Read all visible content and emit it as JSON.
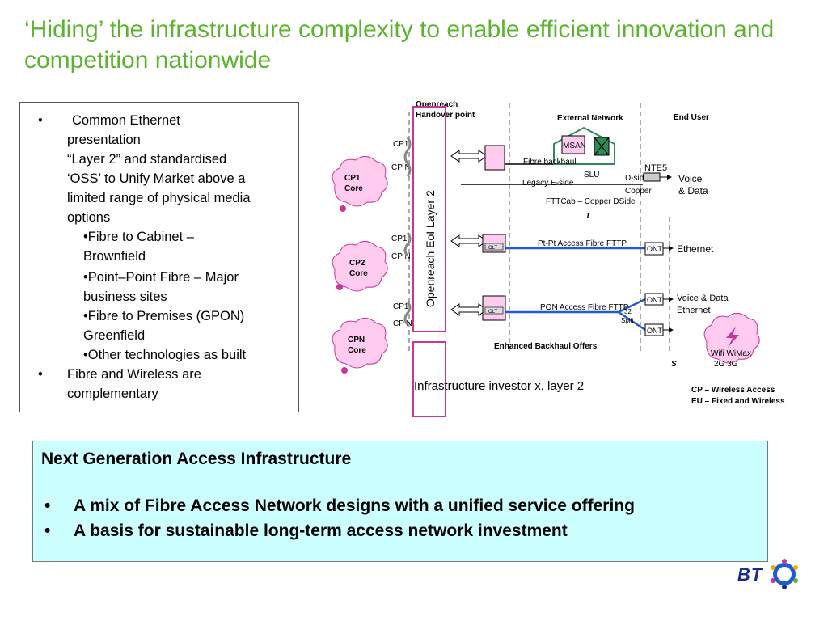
{
  "title": "‘Hiding’ the infrastructure complexity to enable efficient innovation and competition nationwide",
  "bullets": {
    "b1_l1": "Common Ethernet",
    "b1_l2": "presentation",
    "b1_l3": "“Layer 2” and standardised",
    "b1_l4": "‘OSS’ to Unify Market above a",
    "b1_l5": "limited range of physical media",
    "b1_l6": "options",
    "s1_l1": "•Fibre to Cabinet –",
    "s1_l2": "Brownfield",
    "s2_l1": "•Point–Point Fibre – Major",
    "s2_l2": "business sites",
    "s3_l1": "•Fibre to Premises (GPON)",
    "s3_l2": "Greenfield",
    "s4_l1": "•Other technologies as built",
    "b2_l1": "Fibre and Wireless are",
    "b2_l2": "complementary"
  },
  "diagram": {
    "handover_l1": "Openreach",
    "handover_l2": "Handover point",
    "external_network": "External Network",
    "end_user": "End User",
    "cp1_core_l1": "CP1",
    "cp1_core_l2": "Core",
    "cp2_core_l1": "CP2",
    "cp2_core_l2": "Core",
    "cpn_core_l1": "CPN",
    "cpn_core_l2": "Core",
    "cp1_a": "CP1",
    "cpn_a": "CP N",
    "cp1_b": "CP1",
    "cpn_b": "CP N",
    "cp1_c": "CP1",
    "cpn_c": "CP N",
    "eol_label": "Openreach EoI Layer 2",
    "msan": "MSAN",
    "fibre_backhaul": "Fibre backhaul",
    "slu": "SLU",
    "legacy_eside": "Legacy E-side",
    "dside": "D-side",
    "copper": "Copper",
    "nte5": "NTE5",
    "fttcab": "FTTCab – Copper DSide",
    "t_mark": "T",
    "voice_data_l1": "Voice",
    "voice_data_l2": "& Data",
    "olt": "OLT",
    "pt_pt": "Pt-Pt Access Fibre FTTP",
    "ont": "ONT",
    "ethernet": "Ethernet",
    "pon_access": "PON Access Fibre FTTP",
    "split_32": "32",
    "split": "Split",
    "voice_data2": "Voice & Data",
    "ethernet2": "Ethernet",
    "wifi_l1": "Wifi WiMax",
    "wifi_l2": "2G 3G",
    "enhanced_backhaul": "Enhanced Backhaul Offers",
    "s_mark": "S",
    "infra_investor": "Infrastructure investor x, layer 2",
    "cp_wireless": "CP – Wireless Access",
    "eu_fixed": "EU – Fixed and Wireless"
  },
  "bottom_box": {
    "heading": "Next Generation Access Infrastructure",
    "point1": "A mix of Fibre Access Network designs with a unified service offering",
    "point2": "A basis for sustainable long-term access network investment"
  },
  "logo": {
    "text": "BT"
  },
  "colors": {
    "title_green": "#5cb32e",
    "bottom_box_bg": "#ccffff",
    "magenta": "#cc3399",
    "cloud_pink": "#ffccf0",
    "fibre_blue": "#1f5bd6",
    "msan_green": "#2e8b57",
    "bt_blue": "#1c2a8c"
  }
}
